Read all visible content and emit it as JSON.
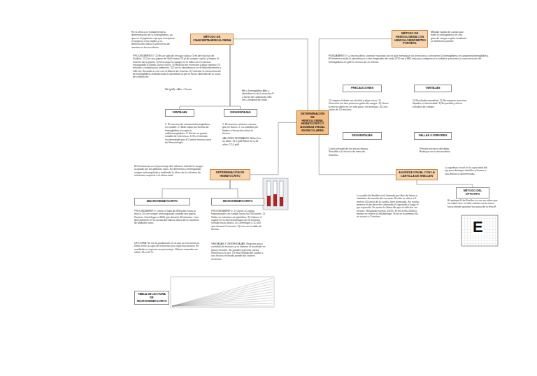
{
  "diagram": {
    "nodes": [
      {
        "text": [
          "DETERMINACIÓN DE HEMOGLOBINA, HEMATOCRITO Y AGUDEZA VISUAL EN ESCOLARES"
        ]
      },
      {
        "text": [
          "MÉTODO DE CIANOMETAHEMOGLOBINA"
        ]
      },
      {
        "text": [
          "VENTAJAS"
        ]
      },
      {
        "text": [
          "DESVENTAJAS"
        ]
      },
      {
        "text": [
          "DETERMINACIÓN DE HEMATOCRITO"
        ]
      },
      {
        "text": [
          "MACROHEMATOCRITO"
        ]
      },
      {
        "text": [
          "MICROHEMATOCRITO"
        ]
      },
      {
        "text": [
          "TABLA DE LECTURA DE MICROHEMATOCRITO"
        ]
      },
      {
        "text": [
          "MÉTODO DE HEMOGLOBINA CON HEMOGLOBINÓMETRO PORTÁTIL"
        ]
      },
      {
        "text": [
          "PRECAUCIONES"
        ]
      },
      {
        "text": [
          "VENTAJAS"
        ]
      },
      {
        "text": [
          "DESVENTAJAS"
        ]
      },
      {
        "text": [
          "FALLAS O ERRORES"
        ]
      },
      {
        "text": [
          "AGUDEZA VISUAL CON LA CARTILLA DE SNELLEN"
        ]
      },
      {
        "text": [
          "MÉTODO DEL OPTOTIPO"
        ]
      }
    ],
    "edges": [
      {
        "from": 0,
        "to": 1,
        "arrow": "none"
      },
      {
        "from": 0,
        "to": 4,
        "arrow": "none"
      },
      {
        "from": 0,
        "to": 8,
        "arrow": "none"
      },
      {
        "from": 0,
        "to": 13,
        "arrow": "none"
      },
      {
        "from": 1,
        "to": 2,
        "arrow": "none"
      },
      {
        "from": 1,
        "to": 3,
        "arrow": "none"
      },
      {
        "from": 4,
        "to": 5,
        "arrow": "none"
      },
      {
        "from": 4,
        "to": 6,
        "arrow": "none"
      },
      {
        "from": 13,
        "to": 14,
        "arrow": "none"
      }
    ],
    "labels": [
      "En la clínica es fundamental la determinación de la hemoglobina, ya que es el pigmento rojo que transporta el oxígeno a los tejidos y su disminución indica la presencia de anemia en los escolares.",
      "PROCEDIMIENTO: 1) En un tubo de ensayo colocar 5 ml del reactivo de Drabkin. 2) Con una pipeta de Sahli tomar 20 µl de sangre capilar y limpiar el exterior de la pipeta. 3) Descargar la sangre en el tubo con el reactivo, enjuagando la pipeta varias veces. 4) Mezclar por inversión y dejar reposar 10 minutos a temperatura ambiente. 5) Leer la absorbancia en el fotocolorímetro a 540 nm, llevando a cero con el blanco de reactivo. 6) Calcular la concentración de hemoglobina multiplicando la absorbancia por el factor obtenido de la curva de calibración.",
      "Hb (g/dl) = Abs × Factor",
      "Hb = hemoglobina Abs = absorbancia de la muestra F = factor de calibración 540 nm = longitud de onda",
      "1. El reactivo de cianometahemoglobina es estable. 2. Mide todas las formas de hemoglobina excepto la sulfohemoglobina. 3. Existe un patrón estable de referencia. 4. Es el método recomendado por el Comité Internacional de Hematología.",
      "1. El reactivo contiene cianuro, que es tóxico. 2. La turbidez por lípidos o leucocitos eleva la lectura.",
      "VALORES NORMALES: Niños 5 a 11 años: 11,5 g/dl Niños 12 a 14 años: 12,0 g/dl",
      "El hematocrito es el porcentaje del volumen total de la sangre ocupado por los glóbulos rojos. Se determina centrifugando sangre anticoagulada y midiendo la altura de la columna de eritrocitos respecto a la altura total.",
      "PROCEDIMIENTO: Llenar el tubo de Wintrobe hasta la marca 10 con sangre anticoagulada usando una pipeta Pasteur. Centrifugar a 3000 rpm durante 30 minutos. Leer directamente en la escala del tubo la altura de la columna de glóbulos rojos.",
      "LECTURA: Se lee la graduación en la que se encuentra el límite entre la capa de eritrocitos y la capa leucocitaria. El resultado se expresa en porcentaje. Valores normales en niños: 35 a 45 %.",
      "PROCEDIMIENTO: 1) Llenar el capilar heparinizado con sangre hasta las 3/4 partes. 2) Sellar un extremo con plastilina. 3) Colocar el capilar en la microcentrífuga con el extremo sellado hacia afuera. 4) Centrifugar a 11 000 rpm durante 5 minutos. 5) Leer en la tabla de lectura.",
      "VENTAJAS Y DESVENTAJAS: Requiere poca cantidad de muestra y se obtiene el resultado en pocos minutos. Se pueden procesar varias muestras a la vez. Un mal sellado del capilar o una lectura inclinada puede dar valores erróneos.",
      "Método rápido de campo que mide la hemoglobina en una gota de sangre capilar mediante un fotómetro portátil.",
      "FUNDAMENTO: La microcubeta contiene reactivos secos que hemolizan los eritrocitos y convierten la hemoglobina en azidametahemoglobina. El fotómetro mide la absorbancia a dos longitudes de onda (570 nm y 880 nm) para compensar la turbidez y muestra la concentración de hemoglobina en g/dl en menos de un minuto.",
      "1) Limpiar el dedo con alcohol y dejar secar. 2) Desechar las dos primeras gotas de sangre. 3) Llenar la microcubeta en un solo paso, sin burbujas. 4) Leer antes de 10 minutos.",
      "1) Resultado inmediato. 2) No requiere reactivos líquidos ni electricidad. 3) Es portátil y útil en estudios de campo.",
      "Costo elevado de las microcubetas. Sensible a la técnica de toma de muestra.",
      "Presión excesiva del dedo. Burbujas en la microcubeta.",
      "La agudeza visual es la capacidad del ojo para distinguir detalles y formas a una distancia determinada.",
      "La cartilla de Snellen está formada por filas de letras o símbolos de tamaño decreciente. El niño se ubica a 6 metros (20 pies) de la cartilla, bien iluminada. Se evalúa primero el ojo derecho cubriendo el izquierdo y luego el ojo izquierdo. Se anota la última fila que el niño lee sin errores. Resultado normal: 20/20. Si lee la fila 20/40 o menos se refiere al oftalmólogo. Si no ve la primera fila se acerca a 3 metros.",
      "El optotipo E de Snellen se usa en niños que no saben leer: el niño señala con la mano hacia dónde apuntan las patas de la letra E.",
      "E"
    ]
  }
}
